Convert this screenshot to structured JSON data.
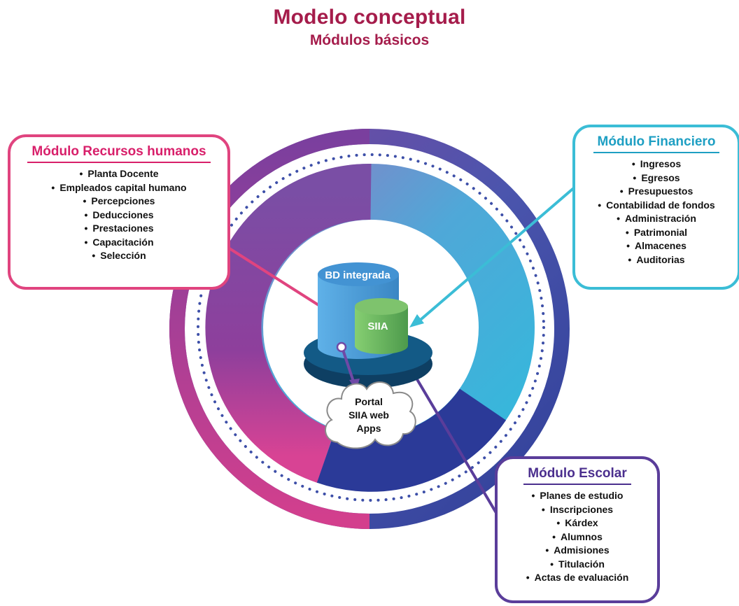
{
  "header": {
    "title": "Modelo conceptual",
    "subtitle": "Módulos básicos"
  },
  "center": {
    "db_label": "BD integrada",
    "core_label": "SIIA",
    "portal_lines": [
      "Portal",
      "SIIA web",
      "Apps"
    ]
  },
  "modules": {
    "recursos_humanos": {
      "title": "Módulo Recursos humanos",
      "items": [
        "Planta Docente",
        "Empleados capital humano",
        "Percepciones",
        "Deducciones",
        "Prestaciones",
        "Capacitación",
        "Selección"
      ]
    },
    "financiero": {
      "title": "Módulo Financiero",
      "items": [
        "Ingresos",
        "Egresos",
        "Presupuestos",
        "Contabilidad de fondos",
        "Administración",
        "Patrimonial",
        "Almacenes",
        "Auditorias"
      ]
    },
    "escolar": {
      "title": "Módulo Escolar",
      "items": [
        "Planes de estudio",
        "Inscripciones",
        "Kárdex",
        "Alumnos",
        "Admisiones",
        "Titulación",
        "Actas de evaluación"
      ]
    }
  },
  "colors": {
    "title": "#a51c4b",
    "recursos_humanos": "#e0447f",
    "financiero": "#3bbdd6",
    "escolar": "#5a3d9a",
    "db_cylinder": "#4a9ed8",
    "core_cylinder": "#72c066",
    "base_disk": "#0f4f78"
  }
}
